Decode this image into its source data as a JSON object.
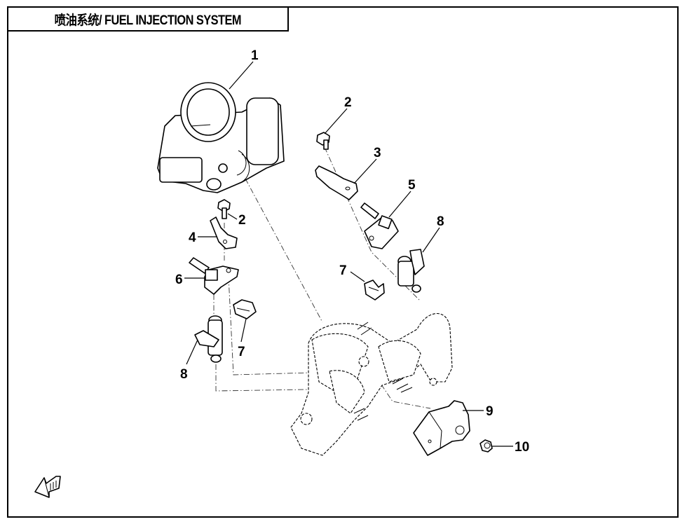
{
  "header": {
    "title": "喷油系统/ FUEL INJECTION SYSTEM"
  },
  "diagram": {
    "orientation_icon": "front-direction-arrow-icon",
    "callouts": [
      {
        "number": "1",
        "part": "throttle-body"
      },
      {
        "number": "2",
        "part": "bolt-right"
      },
      {
        "number": "3",
        "part": "injector-bracket-right"
      },
      {
        "number": "5",
        "part": "fuel-rail-connector-right"
      },
      {
        "number": "8",
        "part": "fuel-injector-right"
      },
      {
        "number": "7",
        "part": "clip-right"
      },
      {
        "number": "2",
        "part": "bolt-left"
      },
      {
        "number": "4",
        "part": "injector-bracket-left"
      },
      {
        "number": "6",
        "part": "fuel-rail-connector-left"
      },
      {
        "number": "7",
        "part": "clip-left"
      },
      {
        "number": "8",
        "part": "fuel-injector-left"
      },
      {
        "number": "9",
        "part": "sensor"
      },
      {
        "number": "10",
        "part": "bolt-sensor"
      }
    ]
  }
}
